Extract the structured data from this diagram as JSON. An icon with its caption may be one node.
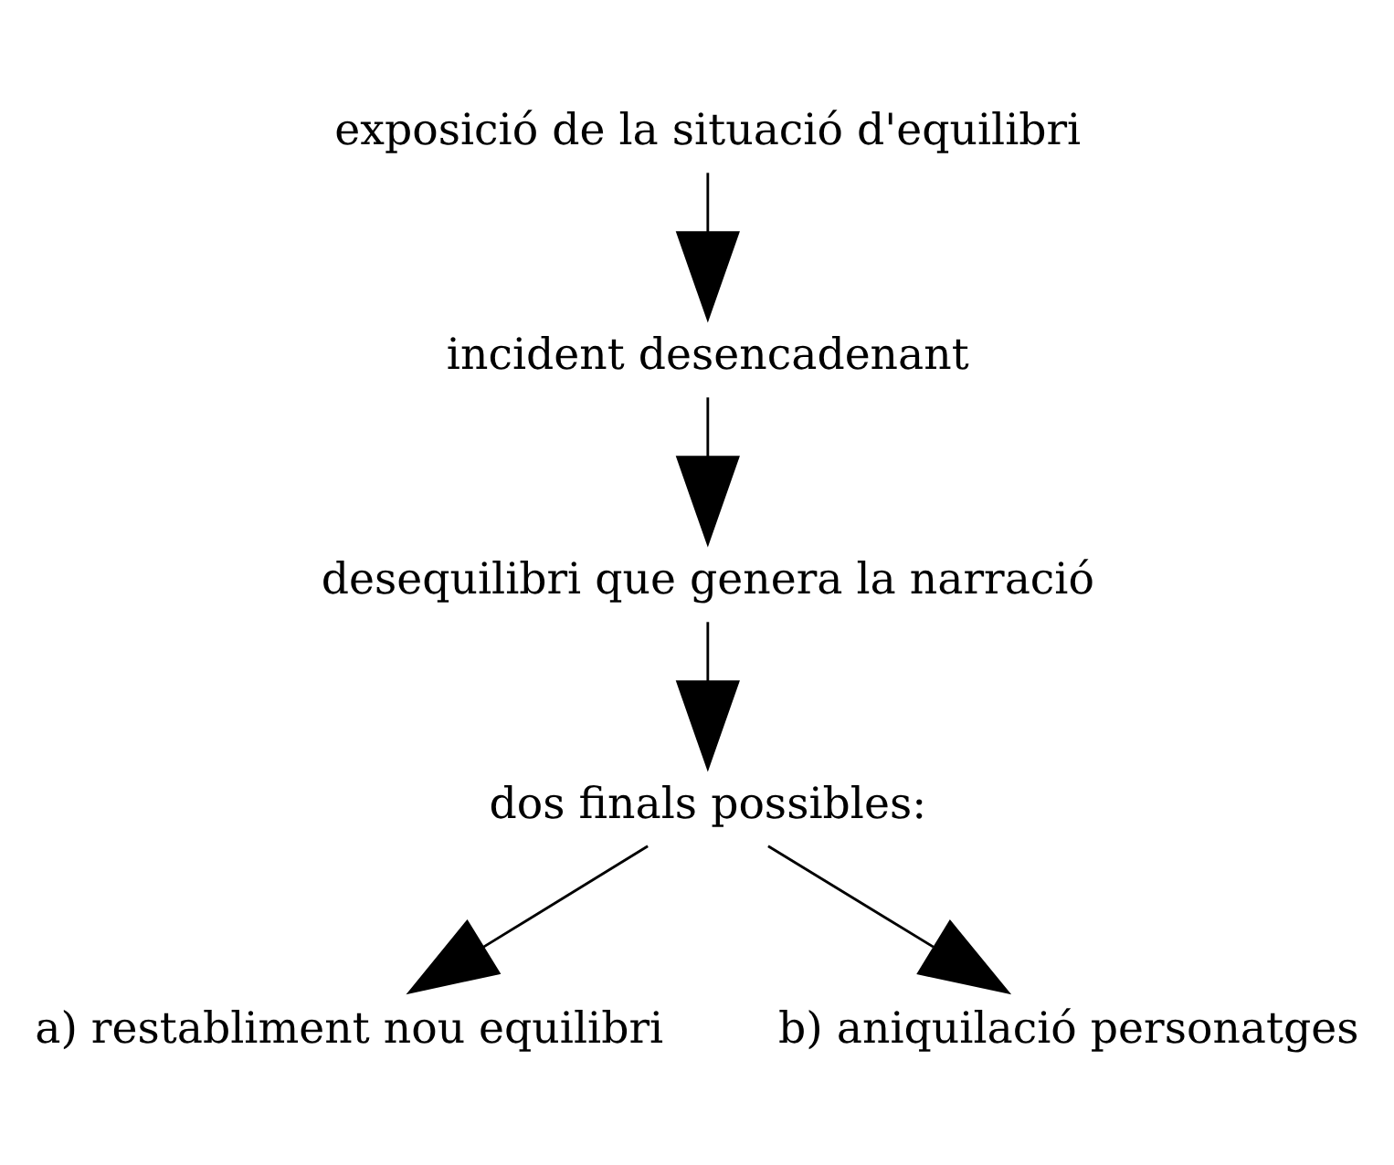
{
  "diagram": {
    "nodes": [
      {
        "text": [
          "exposició de la situació d'equilibri"
        ]
      },
      {
        "text": [
          "incident desencadenant"
        ]
      },
      {
        "text": [
          "desequilibri que genera la narració"
        ]
      },
      {
        "text": [
          "dos finals possibles:"
        ]
      },
      {
        "text": [
          "a) restabliment nou equilibri"
        ]
      },
      {
        "text": [
          "b) aniquilació personatges"
        ]
      }
    ],
    "edges": [
      {
        "from": 0,
        "to": 1,
        "arrow": "to"
      },
      {
        "from": 1,
        "to": 2,
        "arrow": "to"
      },
      {
        "from": 2,
        "to": 3,
        "arrow": "to"
      },
      {
        "from": 3,
        "to": 4,
        "arrow": "to"
      },
      {
        "from": 3,
        "to": 5,
        "arrow": "to"
      }
    ]
  }
}
